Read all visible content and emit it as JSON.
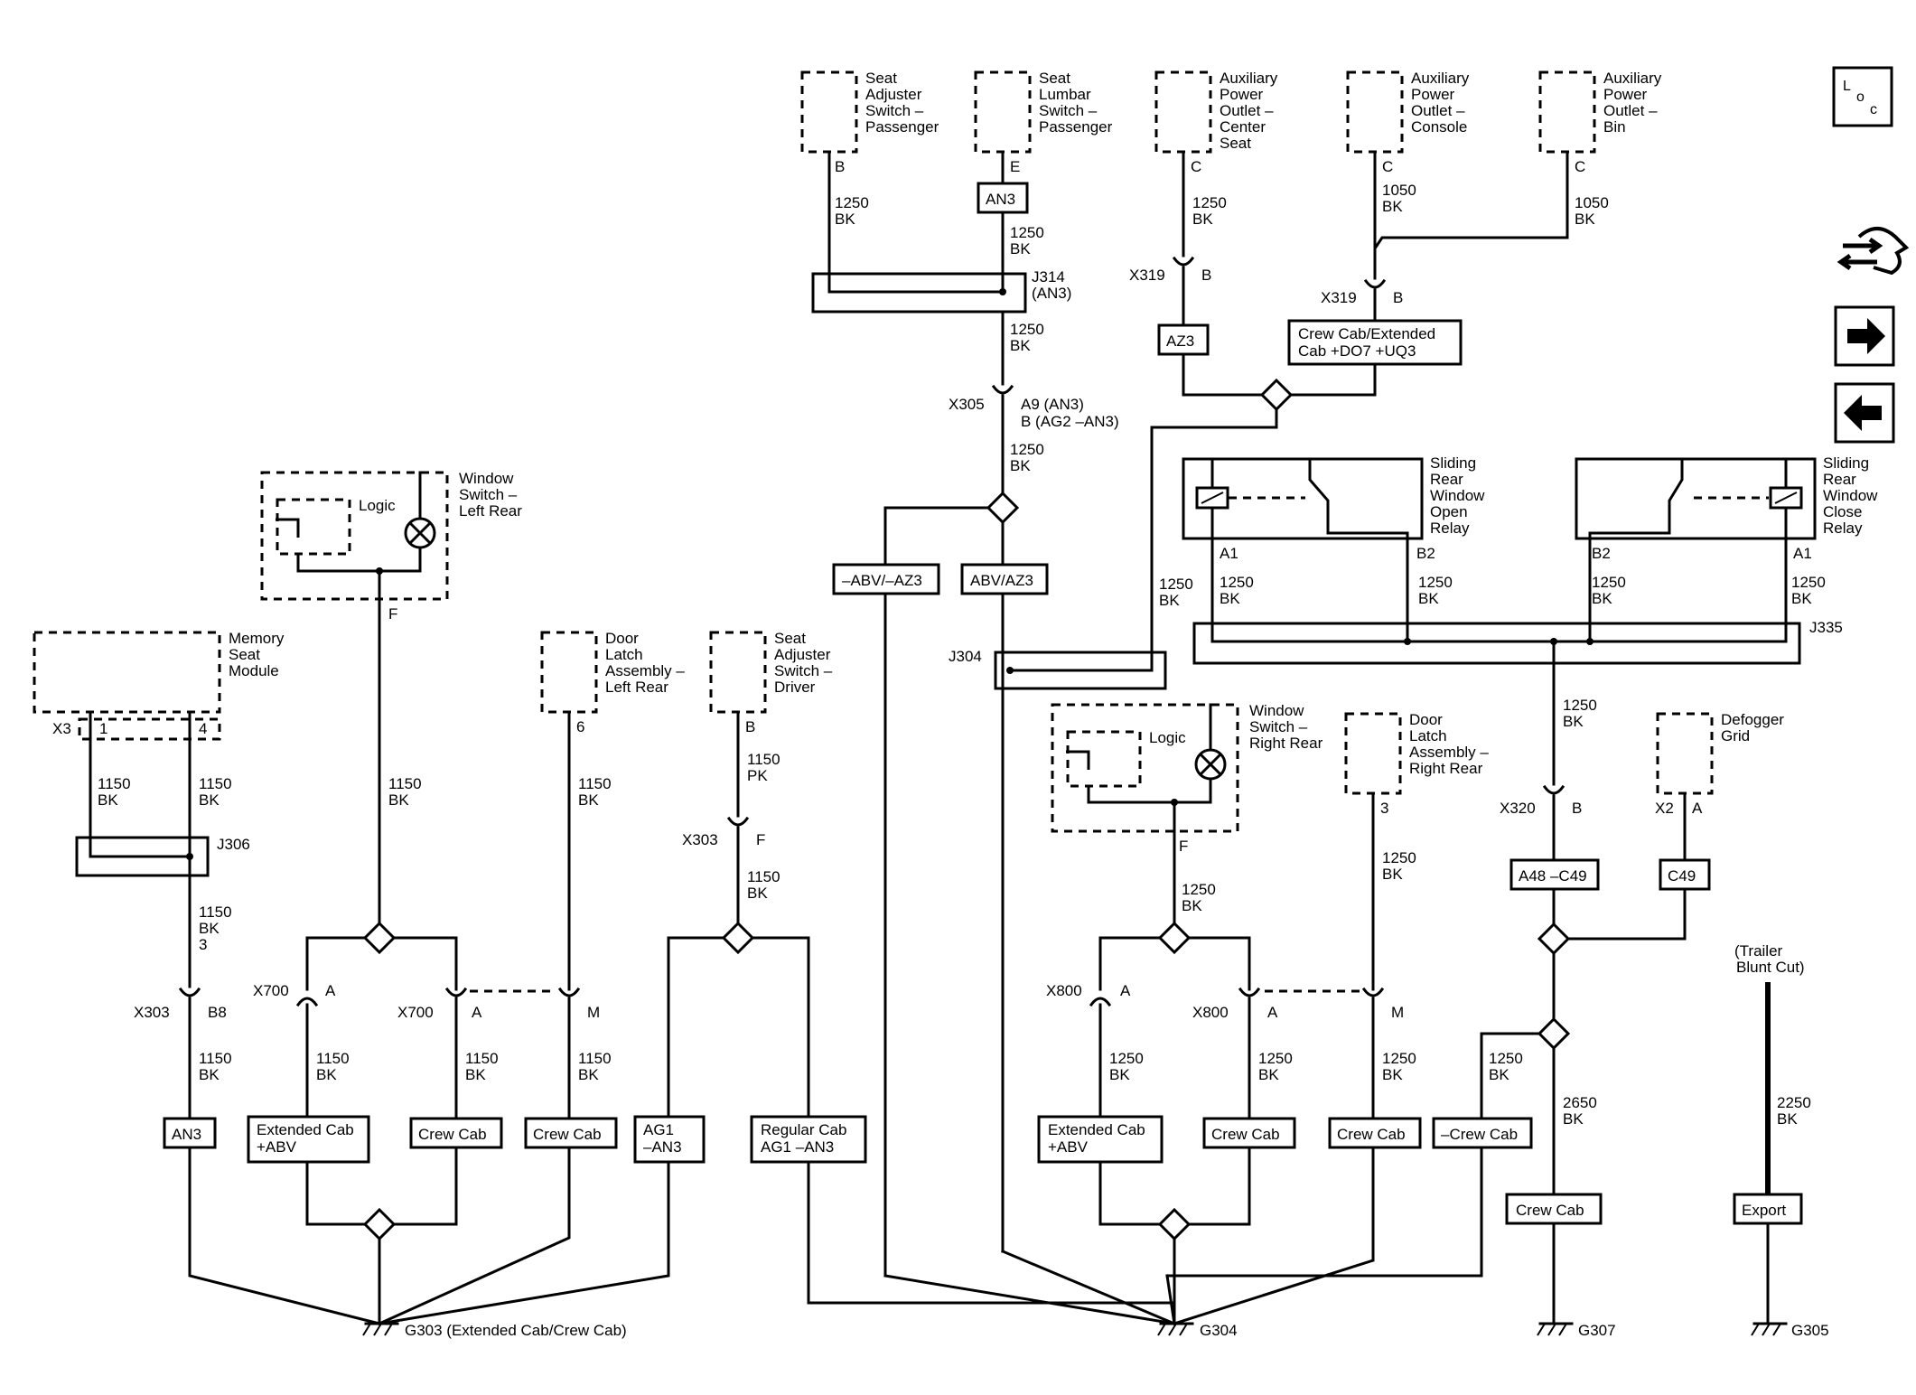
{
  "diagram_title": "",
  "nav": {
    "loc_label": "L O C",
    "icons": [
      "loc-icon",
      "connector-swap-icon",
      "arrow-right-icon",
      "arrow-left-icon"
    ]
  },
  "components": [
    {
      "id": "seat-adj-pass",
      "lines": [
        "Seat",
        "Adjuster",
        "Switch –",
        "Passenger"
      ],
      "pin": "B",
      "wire": [
        "1250",
        "BK"
      ]
    },
    {
      "id": "seat-lumbar-pass",
      "lines": [
        "Seat",
        "Lumbar",
        "Switch –",
        "Passenger"
      ],
      "pin": "E",
      "option": "AN3",
      "wire": [
        "1250",
        "BK"
      ]
    },
    {
      "id": "aux-center",
      "lines": [
        "Auxiliary",
        "Power",
        "Outlet –",
        "Center",
        "Seat"
      ],
      "pin": "C",
      "wire": [
        "1250",
        "BK"
      ]
    },
    {
      "id": "aux-console",
      "lines": [
        "Auxiliary",
        "Power",
        "Outlet –",
        "Console"
      ],
      "pin": "C",
      "wire": [
        "1050",
        "BK"
      ]
    },
    {
      "id": "aux-bin",
      "lines": [
        "Auxiliary",
        "Power",
        "Outlet –",
        "Bin"
      ],
      "pin": "C",
      "wire": [
        "1050",
        "BK"
      ]
    },
    {
      "id": "window-lr",
      "lines": [
        "Window",
        "Switch –",
        "Left Rear"
      ],
      "logic": "Logic",
      "pin": "F",
      "wire": [
        "1150",
        "BK"
      ]
    },
    {
      "id": "memory-seat",
      "lines": [
        "Memory",
        "Seat",
        "Module"
      ],
      "conn": "X3",
      "pins": [
        "1",
        "4"
      ],
      "wires": [
        [
          "1150",
          "BK"
        ],
        [
          "1150",
          "BK"
        ]
      ]
    },
    {
      "id": "door-latch-lr",
      "lines": [
        "Door",
        "Latch",
        "Assembly –",
        "Left Rear"
      ],
      "pin": "6",
      "wire": [
        "1150",
        "BK"
      ]
    },
    {
      "id": "seat-adj-driver",
      "lines": [
        "Seat",
        "Adjuster",
        "Switch –",
        "Driver"
      ],
      "pin": "B",
      "wire": [
        "1150",
        "PK"
      ]
    },
    {
      "id": "window-rr",
      "lines": [
        "Window",
        "Switch –",
        "Right Rear"
      ],
      "logic": "Logic",
      "pin": "F",
      "wire": [
        "1250",
        "BK"
      ]
    },
    {
      "id": "door-latch-rr",
      "lines": [
        "Door",
        "Latch",
        "Assembly –",
        "Right Rear"
      ],
      "pin": "3",
      "wire": [
        "1250",
        "BK"
      ]
    },
    {
      "id": "defogger",
      "lines": [
        "Defogger",
        "Grid"
      ],
      "conn": "X2",
      "pin": "A"
    },
    {
      "id": "relay-open",
      "lines": [
        "Sliding",
        "Rear",
        "Window",
        "Open",
        "Relay"
      ],
      "pins": [
        "A1",
        "B2"
      ],
      "wires": [
        [
          "1250",
          "BK"
        ],
        [
          "1250",
          "BK"
        ]
      ]
    },
    {
      "id": "relay-close",
      "lines": [
        "Sliding",
        "Rear",
        "Window",
        "Close",
        "Relay"
      ],
      "pins": [
        "B2",
        "A1"
      ],
      "wires": [
        [
          "1250",
          "BK"
        ],
        [
          "1250",
          "BK"
        ]
      ]
    },
    {
      "id": "trailer",
      "lines": [
        "(Trailer",
        "Blunt Cut)"
      ]
    }
  ],
  "splices": {
    "j314": [
      "J314",
      "(AN3)"
    ],
    "j306": "J306",
    "j304": "J304",
    "j335": "J335"
  },
  "connectors": {
    "x319a": {
      "name": "X319",
      "pin": "B"
    },
    "x319b": {
      "name": "X319",
      "pin": "B"
    },
    "x305": {
      "name": "X305",
      "pins": [
        "A9 (AN3)",
        "B (AG2 –AN3)"
      ]
    },
    "x303a": {
      "name": "X303",
      "pin": "B8"
    },
    "x303b": {
      "name": "X303",
      "pin": "F"
    },
    "x700a": {
      "name": "X700",
      "pin": "A"
    },
    "x700b": {
      "name": "X700",
      "pin": "A"
    },
    "x700m": {
      "pin": "M"
    },
    "x800a": {
      "name": "X800",
      "pin": "A"
    },
    "x800b": {
      "name": "X800",
      "pin": "A"
    },
    "x800m": {
      "pin": "M"
    },
    "x320": {
      "name": "X320",
      "pin": "B"
    }
  },
  "options": {
    "az3": "AZ3",
    "crew_ext": [
      "Crew Cab/Extended",
      "Cab +DO7 +UQ3"
    ],
    "abv_az3_neg": "–ABV/–AZ3",
    "abv_az3": "ABV/AZ3",
    "an3_b": "AN3",
    "ext_cab_abv_l": [
      "Extended Cab",
      "+ABV"
    ],
    "crew_l1": "Crew Cab",
    "crew_l2": "Crew Cab",
    "ag1_an3": [
      "AG1",
      "–AN3"
    ],
    "reg_cab": [
      "Regular Cab",
      "AG1 –AN3"
    ],
    "ext_cab_abv_r": [
      "Extended Cab",
      "+ABV"
    ],
    "crew_r1": "Crew Cab",
    "crew_r2": "Crew Cab",
    "neg_crew": "–Crew Cab",
    "a48_c49": "A48 –C49",
    "c49": "C49",
    "crew_g307": "Crew Cab",
    "export": "Export"
  },
  "wires": {
    "w_j314_x305": [
      "1250",
      "BK"
    ],
    "w_x305_splice": [
      "1250",
      "BK"
    ],
    "w_j304_right": [
      "1250",
      "BK"
    ],
    "w_j335_x320": [
      "1250",
      "BK"
    ],
    "w_j306_x303": [
      "1150",
      "BK",
      "3"
    ],
    "w_x303_an3": [
      "1150",
      "BK"
    ],
    "w_x700a": [
      "1150",
      "BK"
    ],
    "w_x700b": [
      "1150",
      "BK"
    ],
    "w_x700m": [
      "1150",
      "BK"
    ],
    "w_x303f": [
      "1150",
      "BK"
    ],
    "w_window_rr_f": [
      "1250",
      "BK"
    ],
    "w_x800a": [
      "1250",
      "BK"
    ],
    "w_x800b": [
      "1250",
      "BK"
    ],
    "w_x800m": [
      "1250",
      "BK"
    ],
    "w_neg_crew": [
      "1250",
      "BK"
    ],
    "w_g307": [
      "2650",
      "BK"
    ],
    "w_g305": [
      "2250",
      "BK"
    ]
  },
  "grounds": {
    "g303": "G303 (Extended Cab/Crew Cab)",
    "g304": "G304",
    "g307": "G307",
    "g305": "G305"
  }
}
